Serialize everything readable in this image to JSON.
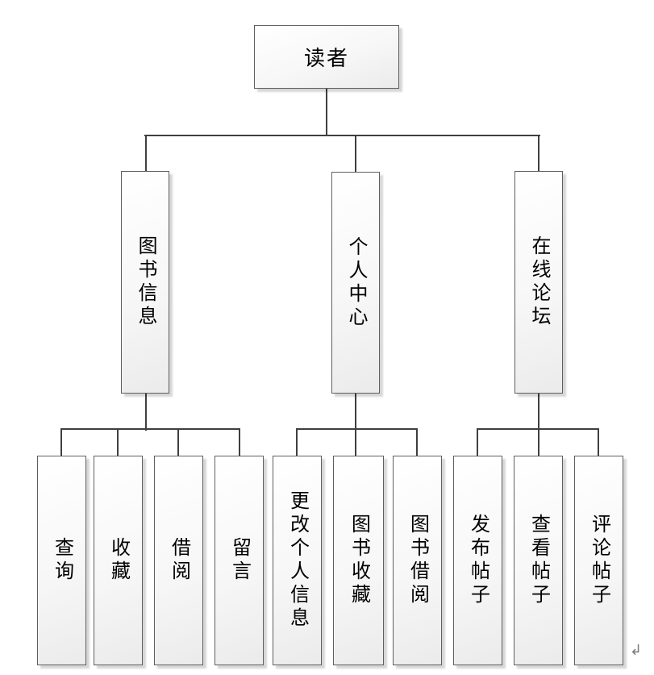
{
  "diagram": {
    "title": "reader-function-tree",
    "root": {
      "label": "读者"
    },
    "branches": [
      {
        "label": "图书信息",
        "children": [
          {
            "label": "查询"
          },
          {
            "label": "收藏"
          },
          {
            "label": "借阅"
          },
          {
            "label": "留言"
          }
        ]
      },
      {
        "label": "个人中心",
        "children": [
          {
            "label": "更改个人信息"
          },
          {
            "label": "图书收藏"
          },
          {
            "label": "图书借阅"
          }
        ]
      },
      {
        "label": "在线论坛",
        "children": [
          {
            "label": "发布帖子"
          },
          {
            "label": "查看帖子"
          },
          {
            "label": "评论帖子"
          }
        ]
      }
    ]
  },
  "page": {
    "return_mark": "↲"
  },
  "colors": {
    "connector": "#3f3f3f",
    "box_border": "#5f5f5f",
    "box_fill_top": "#ffffff",
    "box_fill_bottom": "#ebebeb",
    "text": "#000000",
    "return_mark": "#7a7a7a"
  }
}
